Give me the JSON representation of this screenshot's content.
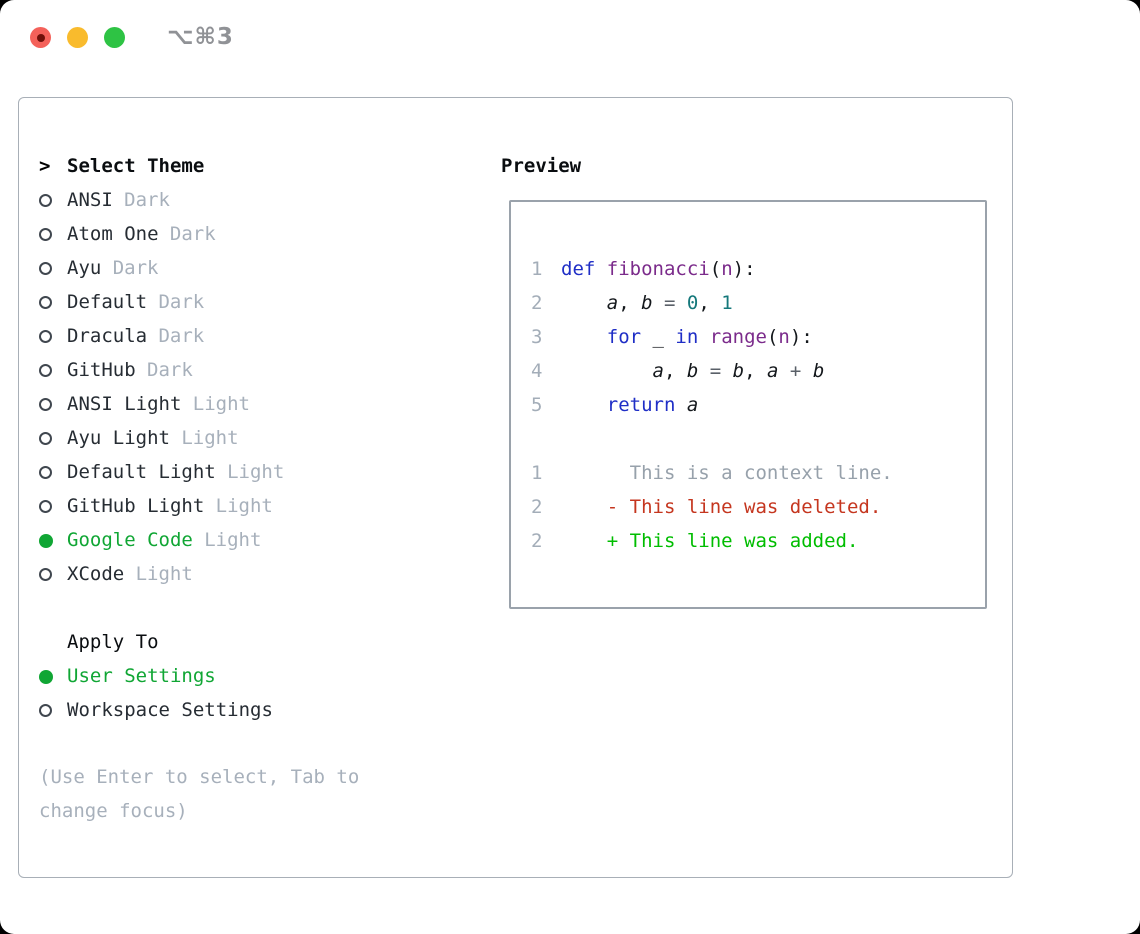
{
  "window": {
    "title": "⌥⌘3",
    "traffic_lights": [
      "close",
      "minimize",
      "zoom"
    ]
  },
  "colors": {
    "accent_green": "#10a634",
    "diff_added_green": "#00bd00",
    "diff_deleted_red": "#c5361f",
    "keyword_blue": "#1f2ec6",
    "function_purple": "#7b2b8b",
    "number_teal": "#15787b",
    "muted_gray": "#a7b0bb"
  },
  "theme_selector": {
    "prompt": ">",
    "header": "Select Theme",
    "items": [
      {
        "name": "ANSI",
        "variant": "Dark",
        "selected": false
      },
      {
        "name": "Atom One",
        "variant": "Dark",
        "selected": false
      },
      {
        "name": "Ayu",
        "variant": "Dark",
        "selected": false
      },
      {
        "name": "Default",
        "variant": "Dark",
        "selected": false
      },
      {
        "name": "Dracula",
        "variant": "Dark",
        "selected": false
      },
      {
        "name": "GitHub",
        "variant": "Dark",
        "selected": false
      },
      {
        "name": "ANSI Light",
        "variant": "Light",
        "selected": false
      },
      {
        "name": "Ayu Light",
        "variant": "Light",
        "selected": false
      },
      {
        "name": "Default Light",
        "variant": "Light",
        "selected": false
      },
      {
        "name": "GitHub Light",
        "variant": "Light",
        "selected": false
      },
      {
        "name": "Google Code",
        "variant": "Light",
        "selected": true
      },
      {
        "name": "XCode",
        "variant": "Light",
        "selected": false
      }
    ]
  },
  "apply_to": {
    "header": "Apply To",
    "options": [
      {
        "name": "User Settings",
        "selected": true
      },
      {
        "name": "Workspace Settings",
        "selected": false
      }
    ]
  },
  "help_text": "(Use Enter to select, Tab to change focus)",
  "preview": {
    "header": "Preview",
    "code_lines": [
      {
        "num": "1",
        "segments": [
          [
            "kw",
            "def"
          ],
          [
            "pl",
            " "
          ],
          [
            "fn",
            "fibonacci"
          ],
          [
            "pl",
            "("
          ],
          [
            "fn",
            "n"
          ],
          [
            "pl",
            "):"
          ]
        ]
      },
      {
        "num": "2",
        "segments": [
          [
            "pl",
            "    "
          ],
          [
            "id",
            "a"
          ],
          [
            "pl",
            ", "
          ],
          [
            "id",
            "b"
          ],
          [
            "pl",
            " "
          ],
          [
            "op",
            "="
          ],
          [
            "pl",
            " "
          ],
          [
            "nm",
            "0"
          ],
          [
            "pl",
            ", "
          ],
          [
            "nm",
            "1"
          ]
        ]
      },
      {
        "num": "3",
        "segments": [
          [
            "pl",
            "    "
          ],
          [
            "kw",
            "for"
          ],
          [
            "pl",
            " _ "
          ],
          [
            "kw",
            "in"
          ],
          [
            "pl",
            " "
          ],
          [
            "fn",
            "range"
          ],
          [
            "pl",
            "("
          ],
          [
            "fn",
            "n"
          ],
          [
            "pl",
            "):"
          ]
        ]
      },
      {
        "num": "4",
        "segments": [
          [
            "pl",
            "        "
          ],
          [
            "id",
            "a"
          ],
          [
            "pl",
            ", "
          ],
          [
            "id",
            "b"
          ],
          [
            "pl",
            " "
          ],
          [
            "op",
            "="
          ],
          [
            "pl",
            " "
          ],
          [
            "id",
            "b"
          ],
          [
            "pl",
            ", "
          ],
          [
            "id",
            "a"
          ],
          [
            "pl",
            " "
          ],
          [
            "op",
            "+"
          ],
          [
            "pl",
            " "
          ],
          [
            "id",
            "b"
          ]
        ]
      },
      {
        "num": "5",
        "segments": [
          [
            "pl",
            "    "
          ],
          [
            "kw",
            "return"
          ],
          [
            "pl",
            " "
          ],
          [
            "id",
            "a"
          ]
        ]
      }
    ],
    "diff_lines": [
      {
        "num": "1",
        "type": "context",
        "text": "      This is a context line."
      },
      {
        "num": "2",
        "type": "deleted",
        "text": "    - This line was deleted."
      },
      {
        "num": "2",
        "type": "added",
        "text": "    + This line was added."
      }
    ]
  }
}
